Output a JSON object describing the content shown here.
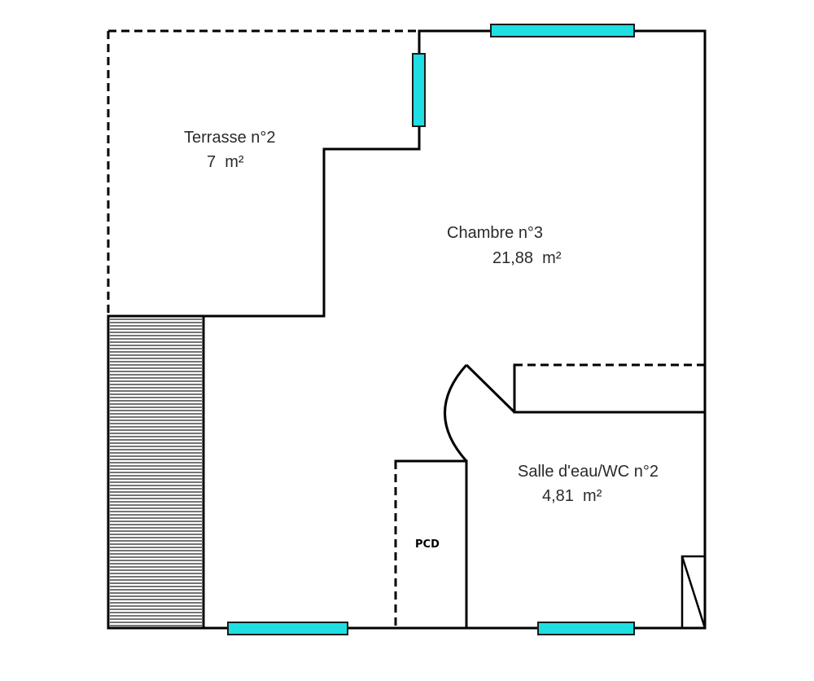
{
  "plan": {
    "rooms": {
      "terrasse": {
        "name": "Terrasse n°2",
        "area": "7  m²"
      },
      "chambre": {
        "name": "Chambre n°3",
        "area": "21,88  m²"
      },
      "salle": {
        "name": "Salle d'eau/WC n°2",
        "area": "4,81  m²"
      },
      "pcd": {
        "name": "PCD"
      }
    },
    "colors": {
      "wall": "#000000",
      "window": "#1fdfe2",
      "window_border": "#1a1a1a",
      "stair_hatch": "#222222",
      "background": "#ffffff"
    }
  }
}
